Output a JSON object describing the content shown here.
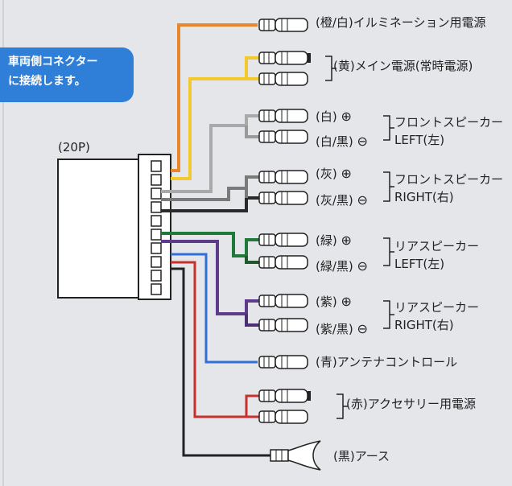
{
  "callout": {
    "line1": "車両側コネクター",
    "line2": "に接続します。"
  },
  "connector_label": "(20P)",
  "wires": [
    {
      "id": "orange",
      "color": "#e8862a",
      "label": "(橙/白)イルミネーション用電源"
    },
    {
      "id": "yellow",
      "color": "#f2c92c",
      "label": "(黄)メイン電源(常時電源)"
    },
    {
      "id": "white",
      "color": "#a9a9a9",
      "label": "(白)",
      "mark": "⊕"
    },
    {
      "id": "white-black",
      "color": "#9a9a9a",
      "label": "(白/黒)",
      "mark": "⊖"
    },
    {
      "id": "gray",
      "color": "#7a7a7a",
      "label": "(灰)",
      "mark": "⊕"
    },
    {
      "id": "gray-black",
      "color": "#2a2a2a",
      "label": "(灰/黒)",
      "mark": "⊖"
    },
    {
      "id": "green",
      "color": "#1f7a3a",
      "label": "(緑)",
      "mark": "⊕"
    },
    {
      "id": "green-black",
      "color": "#1f5a2a",
      "label": "(緑/黒)",
      "mark": "⊖"
    },
    {
      "id": "purple",
      "color": "#5e3b8a",
      "label": "(紫)",
      "mark": "⊕"
    },
    {
      "id": "purple-black",
      "color": "#4a2f72",
      "label": "(紫/黒)",
      "mark": "⊖"
    },
    {
      "id": "blue",
      "color": "#2f6fd6",
      "label": "(青)アンテナコントロール"
    },
    {
      "id": "red",
      "color": "#c8302c",
      "label": "(赤)アクセサリー用電源"
    },
    {
      "id": "black",
      "color": "#222222",
      "label": "(黒)アース"
    }
  ],
  "groups": [
    {
      "line1": "フロントスピーカー",
      "line2": "LEFT(左)"
    },
    {
      "line1": "フロントスピーカー",
      "line2": "RIGHT(右)"
    },
    {
      "line1": "リアスピーカー",
      "line2": "LEFT(左)"
    },
    {
      "line1": "リアスピーカー",
      "line2": "RIGHT(右)"
    }
  ]
}
